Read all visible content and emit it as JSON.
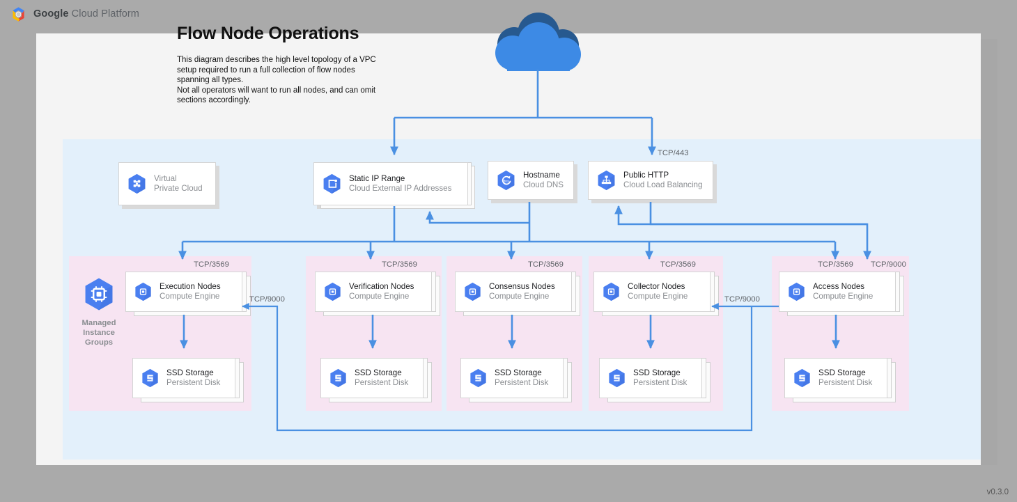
{
  "brand": {
    "prefix": "Google",
    "suffix": " Cloud Platform",
    "logo_icon": "gcp-hexagon-logo-icon"
  },
  "diagram": {
    "title": "Flow Node Operations",
    "description_line1": "This diagram describes the high level topology of a VPC setup required to run a full collection of flow nodes spanning all types.",
    "description_line2": "Not all operators will want to run all nodes, and can omit sections accordingly.",
    "internet_icon": "cloud-icon",
    "version": "v0.3.0"
  },
  "colors": {
    "page_background": "#aaaaaa",
    "canvas": "#f4f4f4",
    "vpc_region": "#e3f0fb",
    "node_group": "#f7e4f2",
    "connector": "#4a90e2",
    "icon_blue": "#4a7ff0",
    "title": "#111111",
    "subtitle_text": "#8a8d91"
  },
  "top_row": [
    {
      "title": "Virtual",
      "subtitle": "Private Cloud",
      "icon": "virtual-private-cloud-icon",
      "muted": true,
      "stacked": false
    },
    {
      "title": "Static IP Range",
      "subtitle": "Cloud External IP Addresses",
      "icon": "external-ip-icon",
      "muted": false,
      "stacked": true
    },
    {
      "title": "Hostname",
      "subtitle": "Cloud DNS",
      "icon": "cloud-dns-icon",
      "muted": false,
      "stacked": false
    },
    {
      "title": "Public HTTP",
      "subtitle": "Cloud Load Balancing",
      "icon": "load-balancing-icon",
      "muted": false,
      "stacked": false
    }
  ],
  "groups": [
    {
      "id": "execution",
      "mig_label": "Managed Instance Groups",
      "mig_icon": "compute-engine-icon",
      "has_mig": true,
      "node": {
        "title": "Execution Nodes",
        "subtitle": "Compute Engine",
        "icon": "compute-engine-icon"
      },
      "storage": {
        "title": "SSD Storage",
        "subtitle": "Persistent Disk",
        "icon": "persistent-disk-icon"
      }
    },
    {
      "id": "verification",
      "has_mig": false,
      "node": {
        "title": "Verification Nodes",
        "subtitle": "Compute Engine",
        "icon": "compute-engine-icon"
      },
      "storage": {
        "title": "SSD Storage",
        "subtitle": "Persistent Disk",
        "icon": "persistent-disk-icon"
      }
    },
    {
      "id": "consensus",
      "has_mig": false,
      "node": {
        "title": "Consensus Nodes",
        "subtitle": "Compute Engine",
        "icon": "compute-engine-icon"
      },
      "storage": {
        "title": "SSD Storage",
        "subtitle": "Persistent Disk",
        "icon": "persistent-disk-icon"
      }
    },
    {
      "id": "collector",
      "has_mig": false,
      "node": {
        "title": "Collector Nodes",
        "subtitle": "Compute Engine",
        "icon": "compute-engine-icon"
      },
      "storage": {
        "title": "SSD Storage",
        "subtitle": "Persistent Disk",
        "icon": "persistent-disk-icon"
      }
    },
    {
      "id": "access",
      "has_mig": false,
      "node": {
        "title": "Access Nodes",
        "subtitle": "Compute Engine",
        "icon": "compute-engine-icon"
      },
      "storage": {
        "title": "SSD Storage",
        "subtitle": "Persistent Disk",
        "icon": "persistent-disk-icon"
      }
    }
  ],
  "port_labels": [
    {
      "id": "lb-443",
      "text": "TCP/443"
    },
    {
      "id": "execution-3569",
      "text": "TCP/3569"
    },
    {
      "id": "verification-3569",
      "text": "TCP/3569"
    },
    {
      "id": "consensus-3569",
      "text": "TCP/3569"
    },
    {
      "id": "collector-3569",
      "text": "TCP/3569"
    },
    {
      "id": "access-3569",
      "text": "TCP/3569"
    },
    {
      "id": "access-9000",
      "text": "TCP/9000"
    },
    {
      "id": "execution-in-9000",
      "text": "TCP/9000"
    },
    {
      "id": "collector-in-9000",
      "text": "TCP/9000"
    }
  ]
}
